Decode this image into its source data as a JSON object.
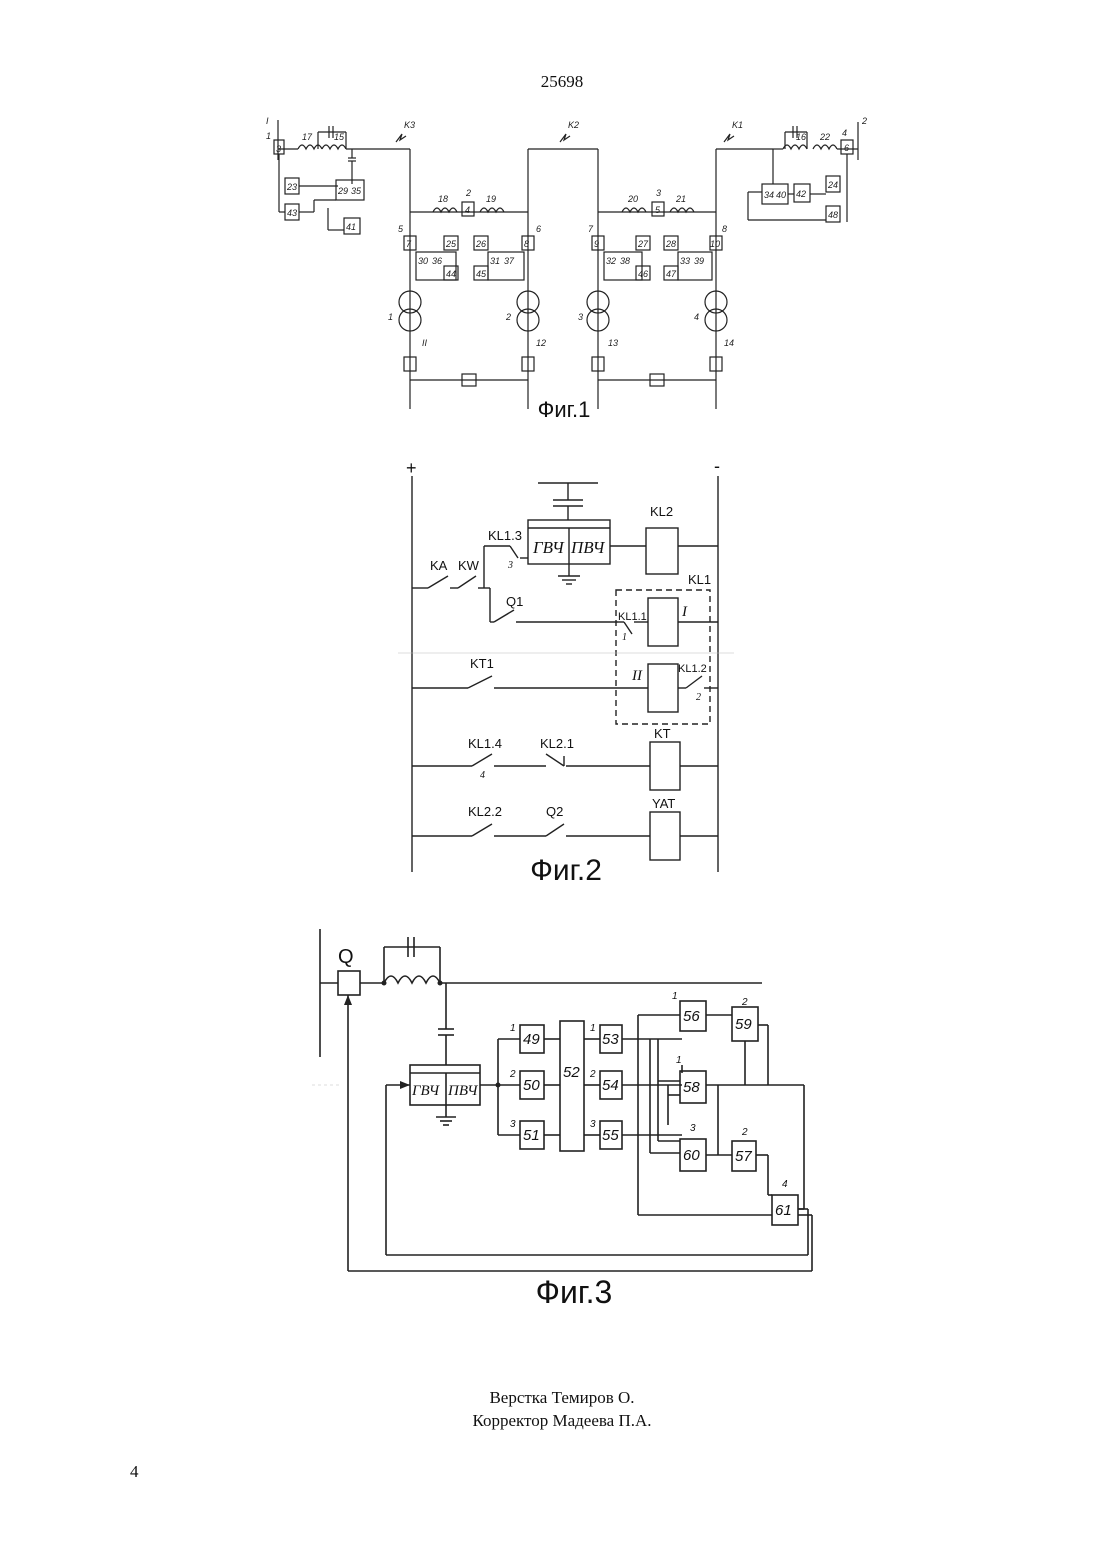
{
  "header": {
    "patent_number": "25698"
  },
  "fig1": {
    "caption": "Фиг.1",
    "buses": [
      "I",
      "2"
    ],
    "faults": [
      "K3",
      "K2",
      "K1"
    ],
    "reactors": [
      "17",
      "15",
      "18",
      "19",
      "20",
      "21",
      "16",
      "22"
    ],
    "breakers": [
      "3",
      "7",
      "4",
      "8",
      "9",
      "5",
      "10",
      "6"
    ],
    "relay_blocks": [
      "23",
      "43",
      "29",
      "35",
      "41",
      "25",
      "26",
      "30",
      "36",
      "44",
      "45",
      "31",
      "37",
      "27",
      "28",
      "32",
      "38",
      "46",
      "47",
      "33",
      "39",
      "24",
      "48",
      "34",
      "40",
      "42"
    ],
    "transformers": [
      "II",
      "12",
      "13",
      "14"
    ],
    "transformer_numbers": [
      "1",
      "2",
      "3",
      "4"
    ],
    "section_numbers": [
      "1",
      "2",
      "3",
      "4",
      "5",
      "6",
      "7",
      "8"
    ]
  },
  "fig2": {
    "caption": "Фиг.2",
    "plus": "+",
    "minus": "-",
    "hf_left": "ГВЧ",
    "hf_right": "ПВЧ",
    "contacts": {
      "kl13": "KL1.3",
      "kl13_num": "3",
      "ka": "KA",
      "kw": "KW",
      "q1": "Q1",
      "kl11": "KL1.1",
      "kl11_num": "1",
      "kt1": "KT1",
      "kl12": "KL1.2",
      "kl12_num": "2",
      "kl14": "KL1.4",
      "kl14_num": "4",
      "kl21": "KL2.1",
      "kl22": "KL2.2",
      "q2": "Q2"
    },
    "coils": {
      "kl2": "KL2",
      "kl1": "KL1",
      "kl1_w1": "I",
      "kl1_w2": "II",
      "kt": "KT",
      "yat": "YAT"
    }
  },
  "fig3": {
    "caption": "Фиг.3",
    "breaker": "Q",
    "hf_left": "ГВЧ",
    "hf_right": "ПВЧ",
    "blocks": [
      "49",
      "50",
      "51",
      "52",
      "53",
      "54",
      "55",
      "56",
      "58",
      "60",
      "59",
      "57",
      "61"
    ],
    "block_numbers": [
      "1",
      "2",
      "3",
      "1",
      "2",
      "3",
      "1",
      "1",
      "3",
      "2",
      "2",
      "4"
    ]
  },
  "credits": {
    "layout": "Верстка Темиров О.",
    "proofreader": "Корректор Мадеева П.А."
  },
  "footer": {
    "page": "4"
  }
}
